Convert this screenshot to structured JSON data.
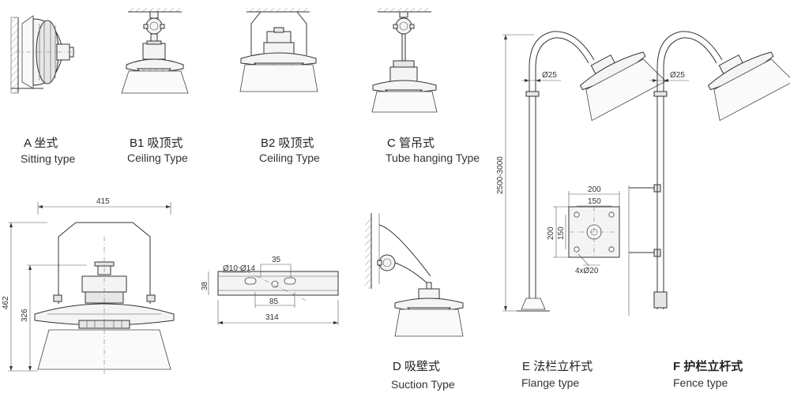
{
  "mounting_types": [
    {
      "code": "A",
      "name_cn": "坐式",
      "name_en": "Sitting type"
    },
    {
      "code": "B1",
      "name_cn": "吸顶式",
      "name_en": "Ceiling  Type"
    },
    {
      "code": "B2",
      "name_cn": "吸顶式",
      "name_en": "Ceiling  Type"
    },
    {
      "code": "C",
      "name_cn": "管吊式",
      "name_en": "Tube hanging Type"
    },
    {
      "code": "D",
      "name_cn": "吸壁式",
      "name_en": "Suction Type"
    },
    {
      "code": "E",
      "name_cn": "法栏立杆式",
      "name_en": "Flange type"
    },
    {
      "code": "F",
      "name_cn": "护栏立杆式",
      "name_en": "Fence type"
    }
  ],
  "dimensions": {
    "lamp_width": "415",
    "lamp_height_total": "462",
    "lamp_height_body": "326",
    "bracket_dia_small": "Ø10",
    "bracket_dia_large": "Ø14",
    "bracket_spacing_top": "35",
    "bracket_spacing_bottom": "85",
    "bracket_height": "38",
    "bracket_length": "314",
    "pole_diameter": "Ø25",
    "pole_height": "2500-3000",
    "flange_outer_w": "200",
    "flange_inner_w": "150",
    "flange_outer_h": "200",
    "flange_inner_h": "150",
    "flange_holes": "4xØ20"
  }
}
